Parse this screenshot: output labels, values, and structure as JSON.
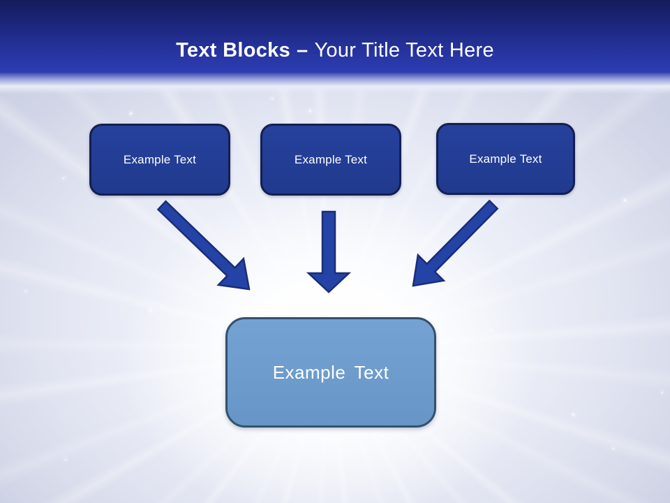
{
  "title": {
    "bold": "Text Blocks",
    "separator": "–",
    "regular": "Your Title Text Here"
  },
  "diagram": {
    "source_blocks": [
      {
        "label": "Example Text"
      },
      {
        "label": "Example Text"
      },
      {
        "label": "Example Text"
      }
    ],
    "target_block": {
      "label": "Example Text"
    },
    "arrows": [
      {
        "name": "left-diagonal-arrow",
        "direction": "down-right"
      },
      {
        "name": "center-vertical-arrow",
        "direction": "down"
      },
      {
        "name": "right-diagonal-arrow",
        "direction": "down-left"
      }
    ]
  },
  "colors": {
    "header_top": "#151c5c",
    "header_bottom": "#2d3db2",
    "source_block_fill": "#223c92",
    "source_block_border": "#141f52",
    "target_block_fill": "#6c9bce",
    "target_block_border": "#33506d",
    "arrow_fill": "#2443a6",
    "arrow_border": "#1a2d78",
    "title_text": "#ffffff",
    "block_text": "#ffffff",
    "background_edge": "#c6c9e0",
    "background_glow": "#ffffff"
  }
}
